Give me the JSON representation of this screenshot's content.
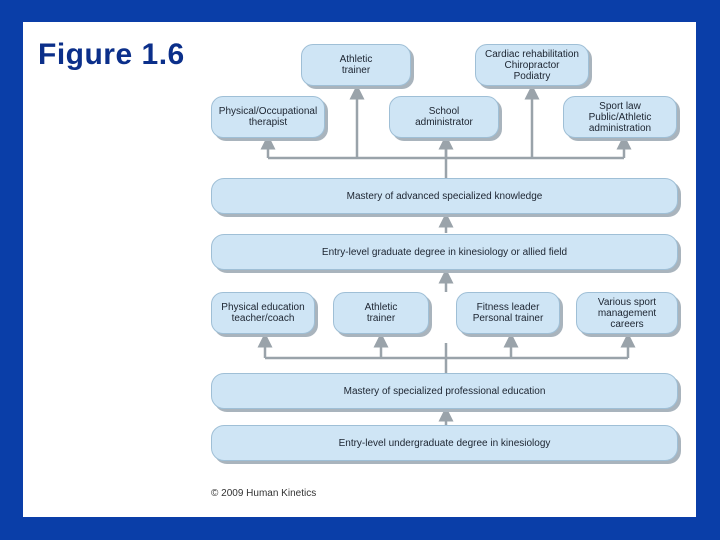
{
  "slide": {
    "title": "Figure 1.6",
    "copyright": "© 2009 Human Kinetics"
  },
  "diagram": {
    "top_boxes": {
      "athletic_trainer": "Athletic\ntrainer",
      "cardiac": "Cardiac rehabilitation\nChiropractor\nPodiatry",
      "physical_therapist": "Physical/Occupational\ntherapist",
      "school_admin": "School\nadministrator",
      "sport_law": "Sport law\nPublic/Athletic\nadministration"
    },
    "bars": {
      "advanced_knowledge": "Mastery of advanced specialized knowledge",
      "graduate_degree": "Entry-level graduate degree in kinesiology or allied field",
      "professional_education": "Mastery of specialized professional education",
      "undergraduate_degree": "Entry-level undergraduate degree in kinesiology"
    },
    "middle_boxes": {
      "pe_teacher": "Physical education\nteacher/coach",
      "athletic_trainer": "Athletic\ntrainer",
      "fitness_leader": "Fitness leader\nPersonal trainer",
      "sport_management": "Various sport\nmanagement\ncareers"
    }
  }
}
